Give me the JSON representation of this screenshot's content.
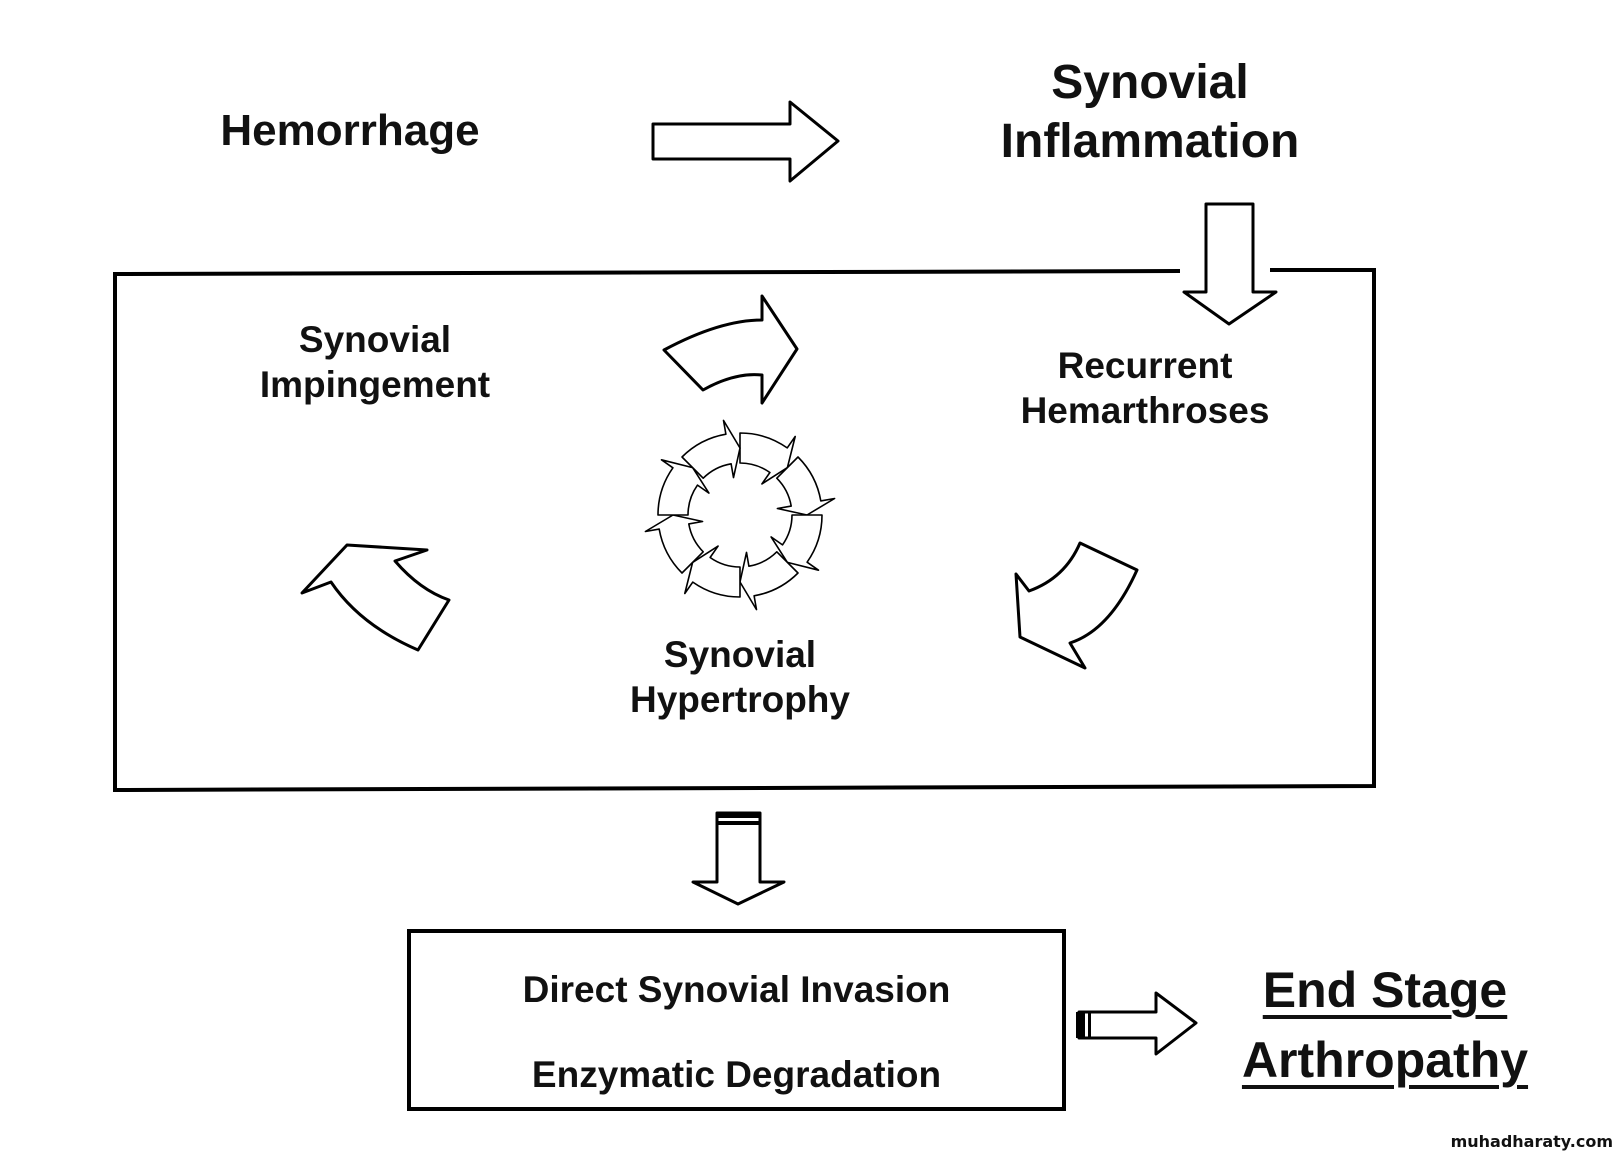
{
  "nodes": {
    "hemorrhage": {
      "lines": [
        "Hemorrhage"
      ]
    },
    "synovial_inflammation": {
      "lines": [
        "Synovial",
        "Inflammation"
      ]
    },
    "synovial_impingement": {
      "lines": [
        "Synovial",
        "Impingement"
      ]
    },
    "recurrent_hemarthroses": {
      "lines": [
        "Recurrent",
        "Hemarthroses"
      ]
    },
    "synovial_hypertrophy": {
      "lines": [
        "Synovial",
        "Hypertrophy"
      ]
    },
    "damage_box": {
      "lines": [
        "Direct Synovial Invasion",
        "Enzymatic Degradation"
      ]
    },
    "end_stage": {
      "lines": [
        "End Stage",
        "Arthropathy"
      ]
    }
  },
  "edges": [
    {
      "from": "hemorrhage",
      "to": "synovial_inflammation",
      "style": "block-arrow-right"
    },
    {
      "from": "synovial_inflammation",
      "to": "recurrent_hemarthroses",
      "style": "block-arrow-down"
    },
    {
      "from": "synovial_impingement",
      "to": "recurrent_hemarthroses",
      "style": "curved-arrow"
    },
    {
      "from": "recurrent_hemarthroses",
      "to": "synovial_hypertrophy",
      "style": "curved-arrow"
    },
    {
      "from": "synovial_hypertrophy",
      "to": "synovial_impingement",
      "style": "curved-arrow"
    },
    {
      "from": "cycle_box",
      "to": "damage_box",
      "style": "block-arrow-down"
    },
    {
      "from": "damage_box",
      "to": "end_stage",
      "style": "block-arrow-right"
    }
  ],
  "cycle_icon": "circular-arrows-icon",
  "watermark": "muhadharaty.com"
}
